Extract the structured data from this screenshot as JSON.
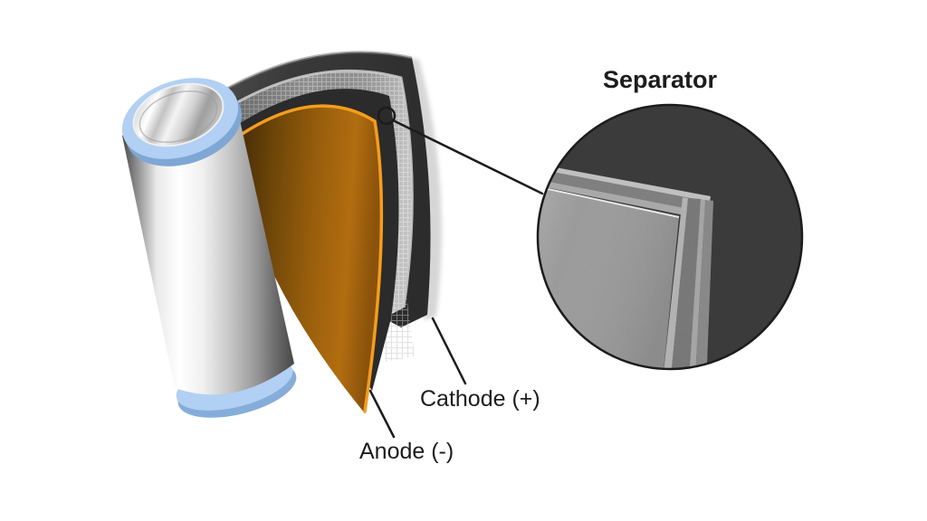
{
  "figure": {
    "type": "battery-structure-diagram",
    "description": "Cutaway illustration of a cylindrical lithium-ion battery cell with unrolled electrode layers and a magnified circular inset of the separator sheet",
    "labels": {
      "separator": "Separator",
      "cathode": "Cathode (+)",
      "anode": "Anode (-)"
    },
    "colors": {
      "background": "#ffffff",
      "label_ink": "#1d1d1d",
      "callout_line": "#1c1c1c",
      "anode_copper": "#a2640f",
      "anode_edge_highlight": "#f59d1d",
      "cathode_dark": "#3a3a3a",
      "separator_gray": "#9a9a9a",
      "separator_face_light": "#dedede",
      "end_ring_blue": "#b1d0f3",
      "casing_silver_light": "#f5f5f5",
      "casing_silver_dark": "#4a4a4a",
      "inset_background": "#3b3b3b"
    }
  }
}
